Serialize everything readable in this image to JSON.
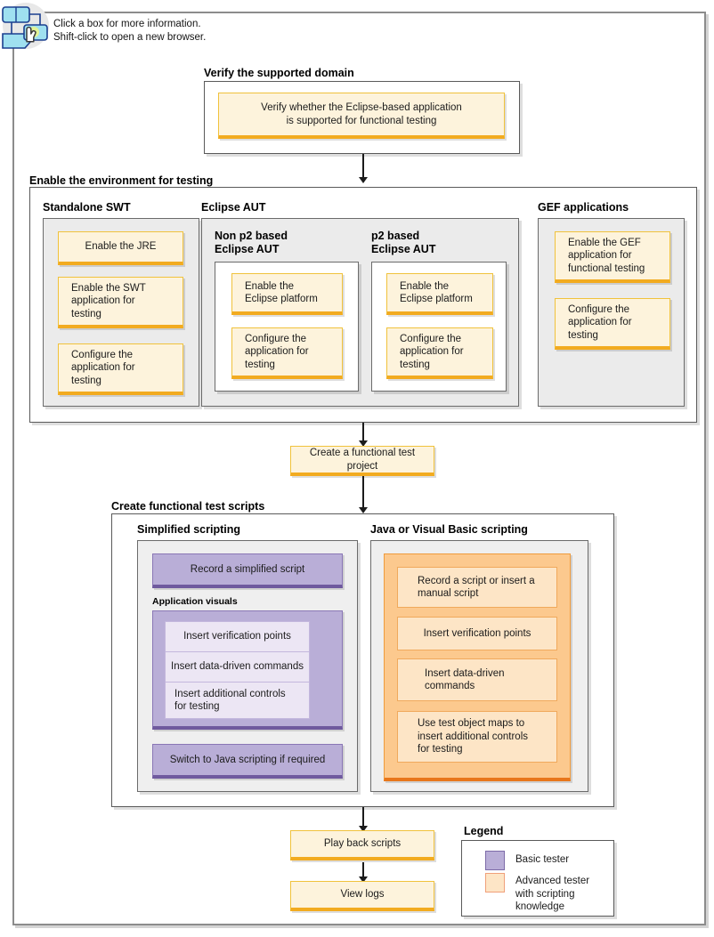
{
  "header": {
    "icon": "flowchart-click-icon",
    "instructions": "Click a box for more information.\nShift-click to open a new browser."
  },
  "sections": {
    "verify": {
      "label": "Verify the supported domain",
      "node": "Verify whether the Eclipse-based application\nis supported for functional testing"
    },
    "enable_environment": {
      "label": "Enable the environment for testing",
      "standalone_swt": {
        "label": "Standalone SWT",
        "nodes": [
          "Enable the JRE",
          "Enable the SWT\napplication for\ntesting",
          "Configure the\napplication for\ntesting"
        ]
      },
      "eclipse_aut": {
        "label": "Eclipse AUT",
        "non_p2": {
          "label": "Non p2 based\nEclipse AUT",
          "nodes": [
            "Enable the\nEclipse platform",
            "Configure the\napplication for\ntesting"
          ]
        },
        "p2": {
          "label": "p2 based\nEclipse AUT",
          "nodes": [
            "Enable the\nEclipse platform",
            "Configure the\napplication for\ntesting"
          ]
        }
      },
      "gef": {
        "label": "GEF applications",
        "nodes": [
          "Enable the GEF\napplication for\nfunctional testing",
          "Configure the\napplication for\ntesting"
        ]
      }
    },
    "create_project": {
      "node": "Create a functional test project"
    },
    "create_scripts": {
      "label": "Create functional test scripts",
      "simplified": {
        "label": "Simplified scripting",
        "record": "Record a simplified script",
        "application_visuals_label": "Application visuals",
        "visuals": [
          "Insert verification points",
          "Insert data-driven commands",
          "Insert additional controls\nfor testing"
        ],
        "switch": "Switch to Java scripting if required"
      },
      "java_vb": {
        "label": "Java or Visual Basic scripting",
        "nodes": [
          "Record a script or insert a\nmanual script",
          "Insert verification points",
          "Insert data-driven\ncommands",
          "Use test object maps to\ninsert additional controls\nfor testing"
        ]
      }
    },
    "playback": {
      "node": "Play back scripts"
    },
    "viewlogs": {
      "node": "View logs"
    }
  },
  "legend": {
    "title": "Legend",
    "items": [
      {
        "swatch": "basic-tester-swatch",
        "label": "Basic tester"
      },
      {
        "swatch": "advanced-tester-swatch",
        "label": "Advanced tester\nwith scripting\nknowledge"
      }
    ]
  },
  "colors": {
    "advanced_fill": "#fdf3dc",
    "advanced_accent": "#f2ab20",
    "basic_fill": "#b9aed7",
    "basic_accent": "#6f5a9e",
    "orange_container": "#fcc98e",
    "orange_accent": "#e8761b",
    "panel_gray": "#ebebeb",
    "frame_gray": "#8c8c8c"
  }
}
